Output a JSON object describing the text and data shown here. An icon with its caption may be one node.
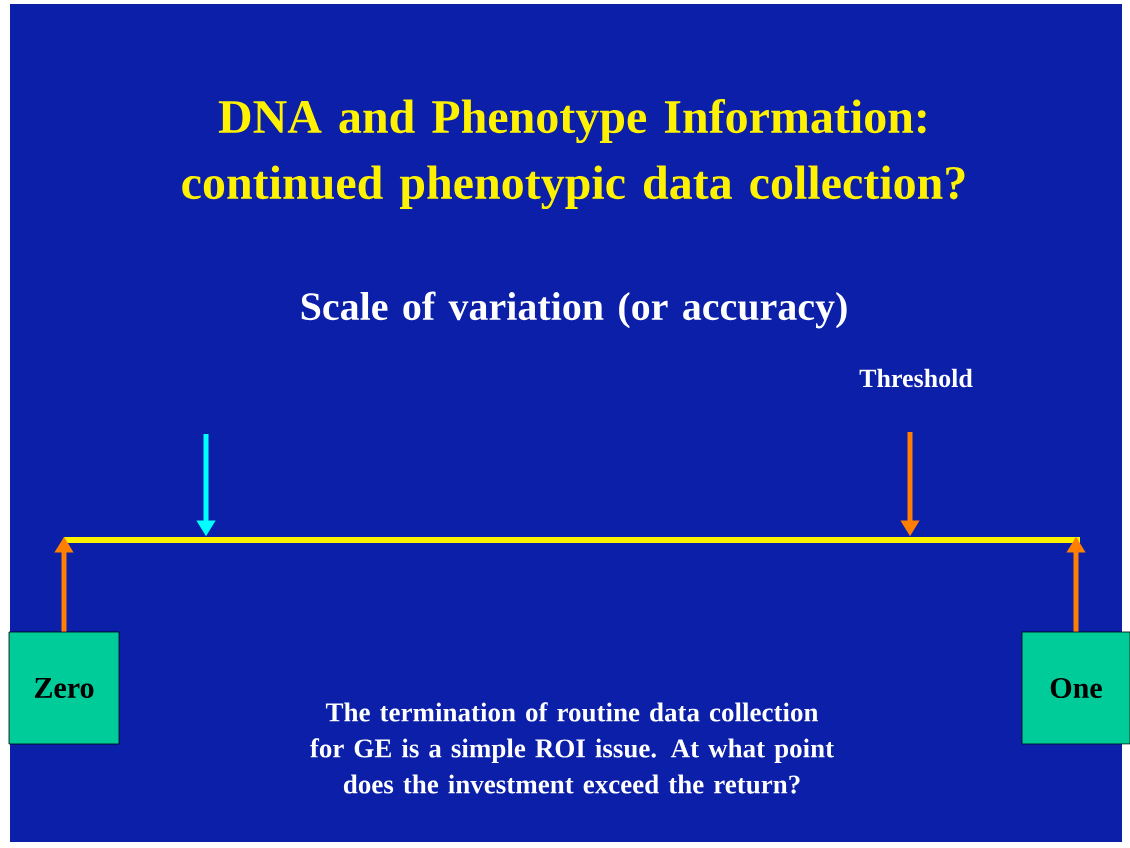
{
  "diagram": {
    "title": "DNA and Phenotype Information: continued phenotypic data collection?",
    "nodes": [
      {
        "text": [
          "Zero"
        ]
      },
      {
        "text": [
          "One"
        ]
      },
      {
        "text": [],
        "shape": "bar"
      }
    ],
    "edges": [
      {
        "from": 0,
        "to": 2,
        "arrow": "to"
      },
      {
        "from": 1,
        "to": 2,
        "arrow": "to"
      },
      {
        "from": null,
        "to": 2,
        "arrow": "to",
        "color": "#00ffff"
      },
      {
        "from": null,
        "to": 2,
        "arrow": "to"
      }
    ],
    "labels": [
      "Scale of variation (or accuracy)",
      "Threshold",
      "The termination of routine data collection for GE is a simple ROI issue. At what point does the investment exceed the return?"
    ]
  }
}
